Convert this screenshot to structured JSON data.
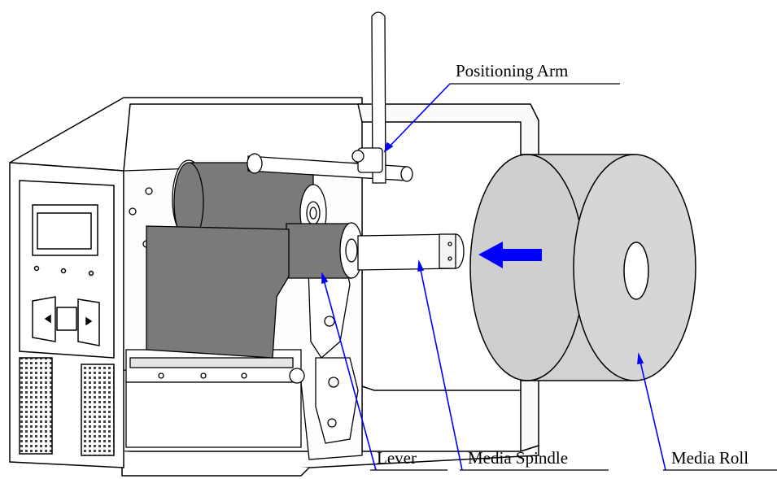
{
  "labels": {
    "positioning_arm": "Positioning Arm",
    "lever": "Lever",
    "media_spindle": "Media Spindle",
    "media_roll": "Media Roll"
  },
  "colors": {
    "leader_line": "#0000ff",
    "insert_arrow": "#0000ff",
    "ribbon": "#7a7a7a",
    "media_roll": "#d2d2d2",
    "outline": "#000000"
  },
  "icons": {
    "insert_direction": "arrow-left-icon"
  }
}
